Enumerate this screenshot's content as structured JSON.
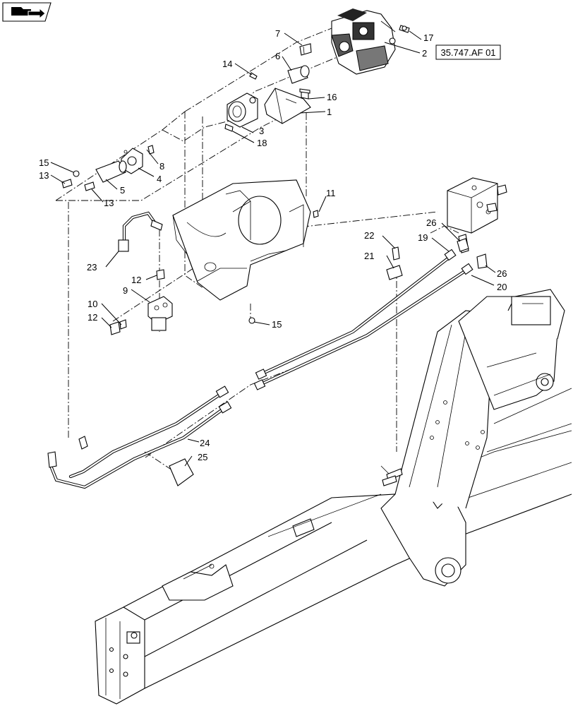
{
  "callouts": [
    {
      "id": "c1",
      "text": "1"
    },
    {
      "id": "c2",
      "text": "2"
    },
    {
      "id": "c3",
      "text": "3"
    },
    {
      "id": "c4",
      "text": "4"
    },
    {
      "id": "c5",
      "text": "5"
    },
    {
      "id": "c6",
      "text": "6"
    },
    {
      "id": "c7",
      "text": "7"
    },
    {
      "id": "c8",
      "text": "8"
    },
    {
      "id": "c9",
      "text": "9"
    },
    {
      "id": "c10",
      "text": "10"
    },
    {
      "id": "c11",
      "text": "11"
    },
    {
      "id": "c12a",
      "text": "12"
    },
    {
      "id": "c12b",
      "text": "12"
    },
    {
      "id": "c13a",
      "text": "13"
    },
    {
      "id": "c13b",
      "text": "13"
    },
    {
      "id": "c14",
      "text": "14"
    },
    {
      "id": "c15a",
      "text": "15"
    },
    {
      "id": "c15b",
      "text": "15"
    },
    {
      "id": "c16",
      "text": "16"
    },
    {
      "id": "c17",
      "text": "17"
    },
    {
      "id": "c18",
      "text": "18"
    },
    {
      "id": "c19",
      "text": "19"
    },
    {
      "id": "c20",
      "text": "20"
    },
    {
      "id": "c21",
      "text": "21"
    },
    {
      "id": "c22",
      "text": "22"
    },
    {
      "id": "c23",
      "text": "23"
    },
    {
      "id": "c24",
      "text": "24"
    },
    {
      "id": "c25",
      "text": "25"
    },
    {
      "id": "c26a",
      "text": "26"
    },
    {
      "id": "c26b",
      "text": "26"
    }
  ],
  "reference_box": {
    "text": "35.747.AF 01"
  },
  "nav_icon": "folder-arrow-icon"
}
